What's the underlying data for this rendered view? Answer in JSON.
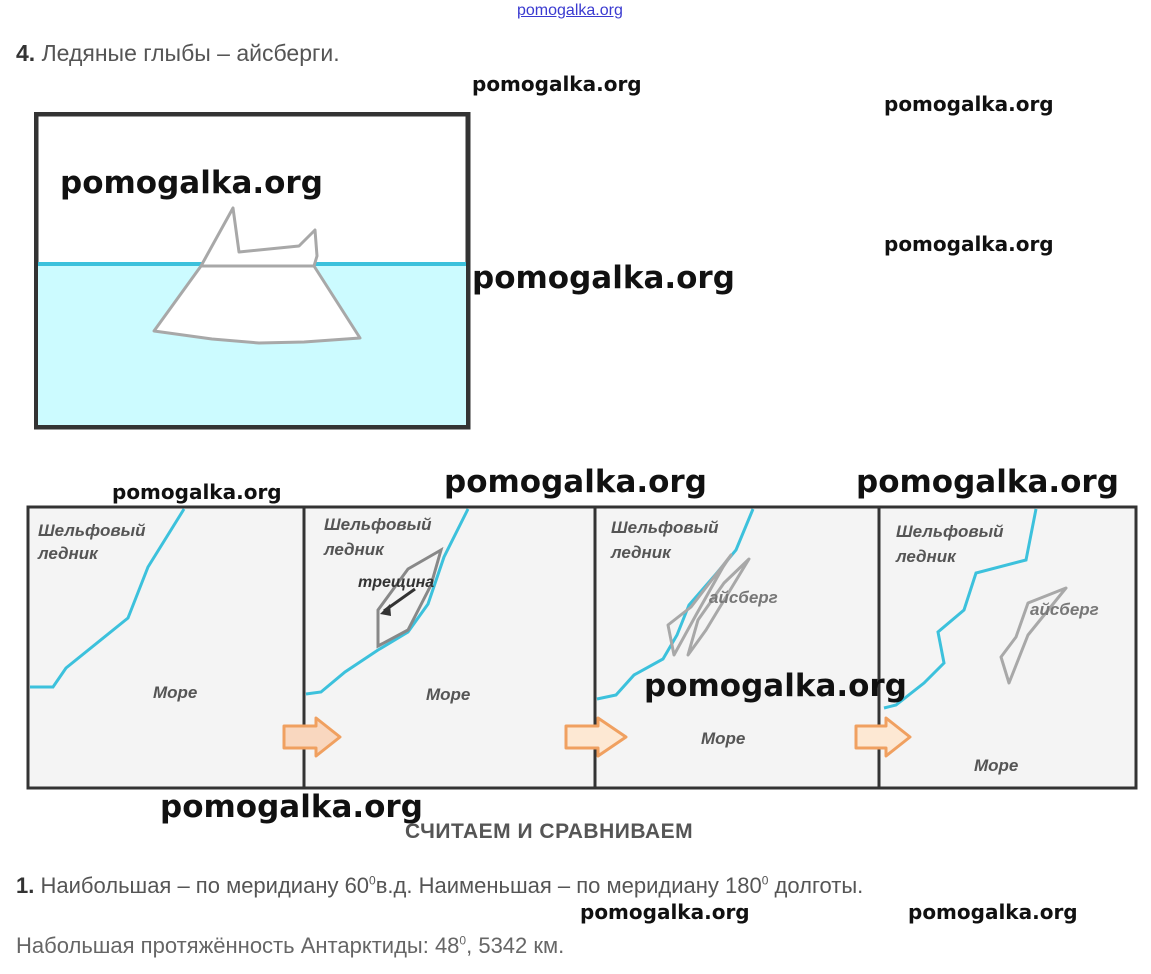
{
  "header": {
    "site_link": "pomogalka.org",
    "task_number": "4.",
    "task_text": "Ледяные глыбы – айсберги."
  },
  "panels": [
    {
      "glacier_line1": "Шельфовый",
      "glacier_line2": "ледник",
      "sea": "Море"
    },
    {
      "glacier_line1": "Шельфовый",
      "glacier_line2": "ледник",
      "crack": "трещина",
      "sea": "Море"
    },
    {
      "glacier_line1": "Шельфовый",
      "glacier_line2": "ледник",
      "iceberg": "айсберг",
      "sea": "Море"
    },
    {
      "glacier_line1": "Шельфовый",
      "glacier_line2": "ледник",
      "iceberg": "айсберг",
      "sea": "Море"
    }
  ],
  "section": {
    "title": "СЧИТАЕМ И СРАВНИВАЕМ"
  },
  "answers": {
    "line1_number": "1.",
    "line1_a": "Наибольшая – по меридиану 60",
    "line1_sup1": "0",
    "line1_b": "в.д. Наименьшая – по меридиану 180",
    "line1_sup2": "0",
    "line1_c": " долготы.",
    "line2_a": "Набольшая протяжённость Антарктиды: 48",
    "line2_sup": "0",
    "line2_b": ", 5342 км."
  },
  "watermarks": [
    "pomogalka.org",
    "pomogalka.org",
    "pomogalka.org",
    "pomogalka.org",
    "pomogalka.org",
    "pomogalka.org",
    "pomogalka.org",
    "pomogalka.org",
    "pomogalka.org",
    "pomogalka.org",
    "pomogalka.org",
    "pomogalka.org",
    "pomogalka.org"
  ],
  "colors": {
    "water": "#ccfbff",
    "waterline": "#3cc1dc",
    "iceberg_outline": "#a8a8a8",
    "panel_bg": "#f4f4f4",
    "arrow": "#f0a060"
  }
}
